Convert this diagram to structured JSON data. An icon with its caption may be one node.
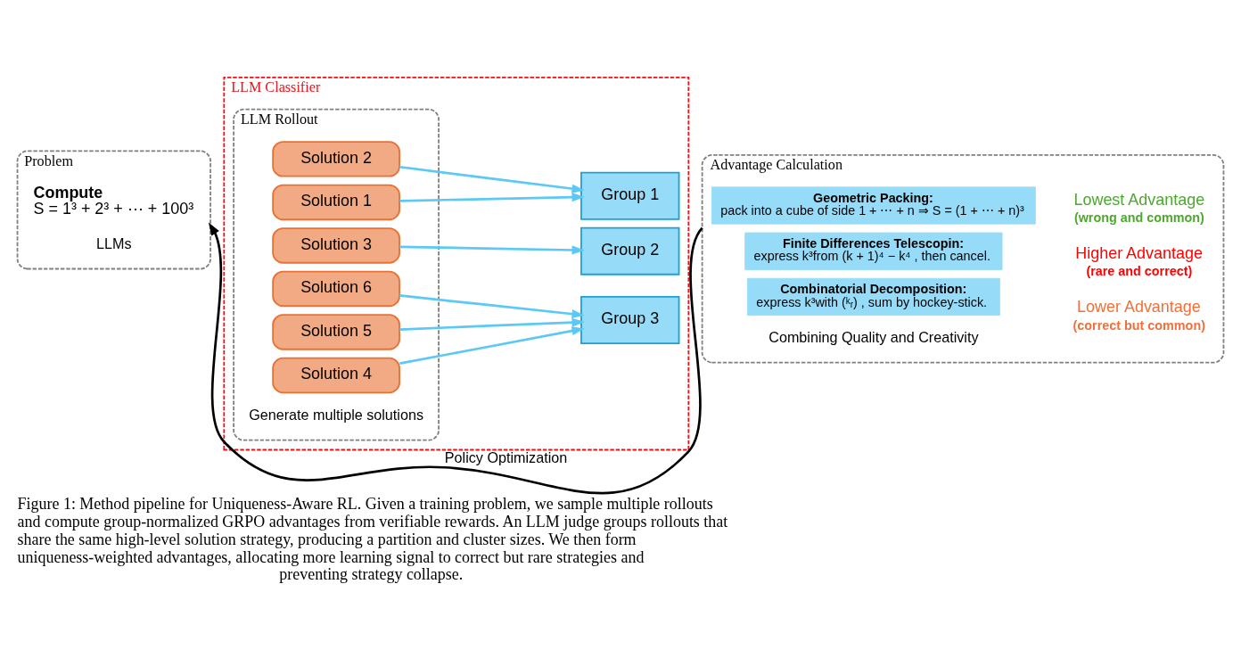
{
  "diagram": {
    "caption": "Figure 1: Method pipeline for Uniqueness-Aware RL. Given a training problem, we sample multiple rollouts and compute group-normalized GRPO advantages from verifiable rewards. An LLM judge groups rollouts that share the same high-level solution strategy, producing a partition and cluster sizes. We then form uniqueness-weighted advantages, allocating more learning signal to correct but rare strategies and preventing strategy collapse.",
    "nodes": [
      {
        "text": [
          "Problem",
          "LLMs"
        ]
      },
      {
        "text": [
          "Compute",
          "S = 1³ + 2³ + ⋯ + 100³"
        ],
        "in": 0
      },
      {
        "text": [
          "LLM Classifier"
        ]
      },
      {
        "text": [
          "LLM Rollout",
          "Generate multiple solutions"
        ],
        "in": 2
      },
      {
        "text": [
          "Solution 1"
        ],
        "in": 3
      },
      {
        "text": [
          "Solution 2"
        ],
        "in": 3
      },
      {
        "text": [
          "Solution 3"
        ],
        "in": 3
      },
      {
        "text": [
          "Solution 4"
        ],
        "in": 3
      },
      {
        "text": [
          "Solution 5"
        ],
        "in": 3
      },
      {
        "text": [
          "Solution 6"
        ],
        "in": 3
      },
      {
        "text": [
          "Group 1"
        ],
        "in": 2
      },
      {
        "text": [
          "Group 2"
        ],
        "in": 2
      },
      {
        "text": [
          "Group 3"
        ],
        "in": 2
      },
      {
        "text": [
          "Advantage Calculation",
          "Combining Quality and Creativity"
        ]
      },
      {
        "text": [
          "Geometric Packing:",
          "pack into a cube of side 1 + ⋯ + n ⇒ S = (1 + ⋯ + n)³"
        ],
        "in": 13
      },
      {
        "text": [
          "Finite Differences Telescopin:",
          "express k³from (k + 1)⁴ − k⁴ , then cancel."
        ],
        "in": 13
      },
      {
        "text": [
          "Combinatorial Decomposition:",
          "express k³with (ᵏᵣ) , sum by hockey-stick."
        ],
        "in": 13
      }
    ],
    "edges": [
      {
        "from": 4,
        "to": 10,
        "arrow": "to"
      },
      {
        "from": 5,
        "to": 10,
        "arrow": "to"
      },
      {
        "from": 6,
        "to": 11,
        "arrow": "to"
      },
      {
        "from": 7,
        "to": 12,
        "arrow": "to"
      },
      {
        "from": 8,
        "to": 12,
        "arrow": "to"
      },
      {
        "from": 9,
        "to": 12,
        "arrow": "to"
      },
      {
        "from": 13,
        "to": 0,
        "arrow": "to",
        "label": "Policy Optimization",
        "color": "#000000"
      }
    ],
    "labels": [
      "Lowest Advantage",
      "(wrong and common)",
      "Higher Advantage",
      "(rare and correct)",
      "Lower Advantage",
      "(correct but common)"
    ]
  }
}
